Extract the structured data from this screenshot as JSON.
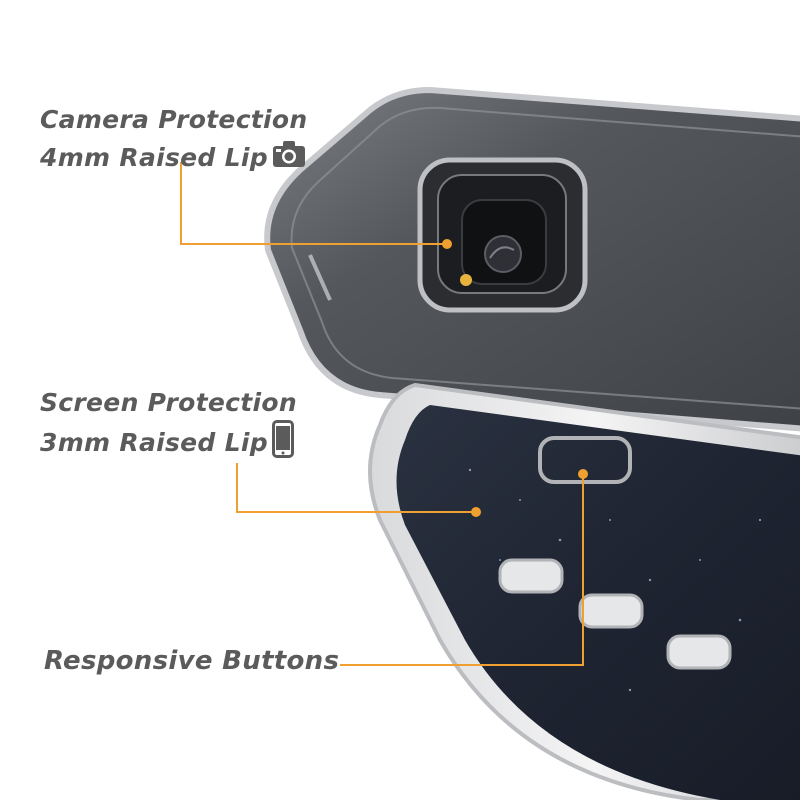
{
  "callouts": {
    "camera": {
      "line1": "Camera Protection",
      "line2": "4mm Raised Lip",
      "icon": "camera-icon"
    },
    "screen": {
      "line1": "Screen Protection",
      "line2": "3mm Raised Lip",
      "icon": "smartphone-icon"
    },
    "buttons": {
      "line1": "Responsive Buttons"
    }
  },
  "colors": {
    "callout_line": "#f0a030",
    "callout_dot": "#f0a030",
    "label_text": "#5b5b5b",
    "case_body": "#4a4d52",
    "screen": "#1f2533",
    "background": "#ffffff"
  }
}
